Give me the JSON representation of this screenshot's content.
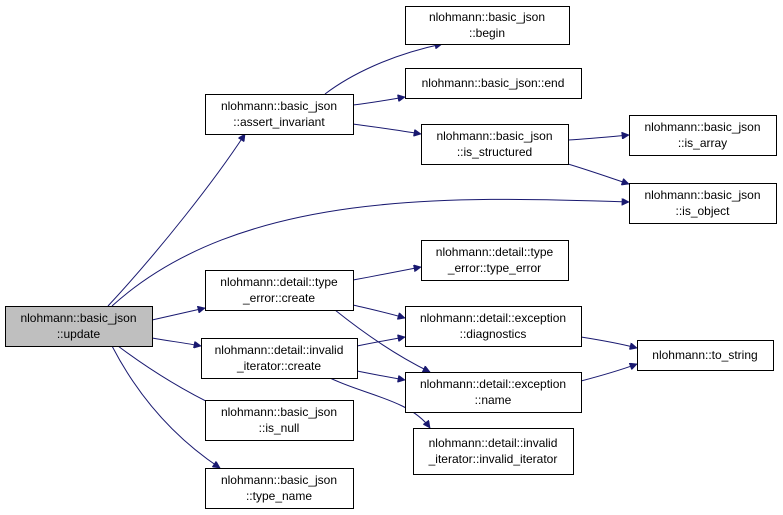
{
  "colors": {
    "edge": "#191970",
    "node_border": "#000000",
    "node_fill": "#ffffff",
    "focus_fill": "#bfbfbf"
  },
  "nodes": [
    {
      "id": "update",
      "lines": [
        "nlohmann::basic_json",
        "::update"
      ],
      "focus": true
    },
    {
      "id": "begin",
      "lines": [
        "nlohmann::basic_json",
        "::begin"
      ]
    },
    {
      "id": "end",
      "lines": [
        "nlohmann::basic_json::end"
      ]
    },
    {
      "id": "assert_invariant",
      "lines": [
        "nlohmann::basic_json",
        "::assert_invariant"
      ]
    },
    {
      "id": "is_structured",
      "lines": [
        "nlohmann::basic_json",
        "::is_structured"
      ]
    },
    {
      "id": "is_array",
      "lines": [
        "nlohmann::basic_json",
        "::is_array"
      ]
    },
    {
      "id": "is_object",
      "lines": [
        "nlohmann::basic_json",
        "::is_object"
      ]
    },
    {
      "id": "type_error_create",
      "lines": [
        "nlohmann::detail::type",
        "_error::create"
      ]
    },
    {
      "id": "type_error_ctor",
      "lines": [
        "nlohmann::detail::type",
        "_error::type_error"
      ]
    },
    {
      "id": "invalid_iterator_create",
      "lines": [
        "nlohmann::detail::invalid",
        "_iterator::create"
      ]
    },
    {
      "id": "diagnostics",
      "lines": [
        "nlohmann::detail::exception",
        "::diagnostics"
      ]
    },
    {
      "id": "exception_name",
      "lines": [
        "nlohmann::detail::exception",
        "::name"
      ]
    },
    {
      "id": "to_string",
      "lines": [
        "nlohmann::to_string"
      ]
    },
    {
      "id": "invalid_iterator_ctor",
      "lines": [
        "nlohmann::detail::invalid",
        "_iterator::invalid_iterator"
      ]
    },
    {
      "id": "is_null",
      "lines": [
        "nlohmann::basic_json",
        "::is_null"
      ]
    },
    {
      "id": "type_name",
      "lines": [
        "nlohmann::basic_json",
        "::type_name"
      ]
    }
  ],
  "edges": [
    {
      "from": "update",
      "to": "assert_invariant"
    },
    {
      "from": "update",
      "to": "is_object"
    },
    {
      "from": "update",
      "to": "type_error_create"
    },
    {
      "from": "update",
      "to": "invalid_iterator_create"
    },
    {
      "from": "update",
      "to": "is_null"
    },
    {
      "from": "update",
      "to": "type_name"
    },
    {
      "from": "assert_invariant",
      "to": "begin"
    },
    {
      "from": "assert_invariant",
      "to": "end"
    },
    {
      "from": "assert_invariant",
      "to": "is_structured"
    },
    {
      "from": "is_structured",
      "to": "is_array"
    },
    {
      "from": "is_structured",
      "to": "is_object"
    },
    {
      "from": "type_error_create",
      "to": "type_error_ctor"
    },
    {
      "from": "type_error_create",
      "to": "diagnostics"
    },
    {
      "from": "type_error_create",
      "to": "exception_name"
    },
    {
      "from": "invalid_iterator_create",
      "to": "diagnostics"
    },
    {
      "from": "invalid_iterator_create",
      "to": "exception_name"
    },
    {
      "from": "invalid_iterator_create",
      "to": "invalid_iterator_ctor"
    },
    {
      "from": "diagnostics",
      "to": "to_string"
    },
    {
      "from": "exception_name",
      "to": "to_string"
    }
  ]
}
